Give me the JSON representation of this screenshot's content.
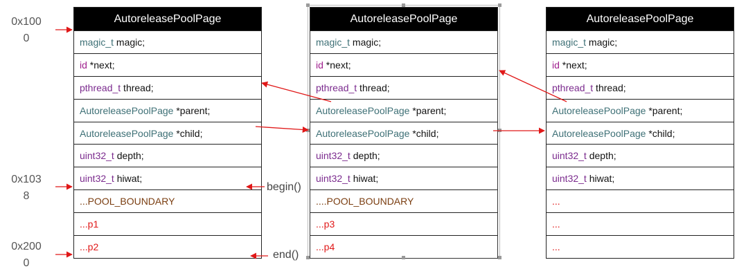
{
  "addresses": {
    "a1": "0x100\n0",
    "a2": "0x103\n8",
    "a3": "0x200\n0"
  },
  "labels": {
    "begin": "begin()",
    "end": "end()"
  },
  "pages": [
    {
      "title": "AutoreleasePoolPage",
      "rows": [
        {
          "parts": [
            {
              "t": "magic_t",
              "c": "struct"
            },
            {
              "t": " magic;",
              "c": "plain"
            }
          ]
        },
        {
          "parts": [
            {
              "t": "id",
              "c": "kw"
            },
            {
              "t": " *next;",
              "c": "plain"
            }
          ]
        },
        {
          "parts": [
            {
              "t": "pthread_t",
              "c": "type"
            },
            {
              "t": " thread;",
              "c": "plain"
            }
          ]
        },
        {
          "parts": [
            {
              "t": "AutoreleasePoolPage",
              "c": "struct"
            },
            {
              "t": " *parent;",
              "c": "plain"
            }
          ]
        },
        {
          "parts": [
            {
              "t": "AutoreleasePoolPage",
              "c": "struct"
            },
            {
              "t": " *child;",
              "c": "plain"
            }
          ]
        },
        {
          "parts": [
            {
              "t": "uint32_t",
              "c": "type"
            },
            {
              "t": " depth;",
              "c": "plain"
            }
          ]
        },
        {
          "parts": [
            {
              "t": "uint32_t",
              "c": "type"
            },
            {
              "t": " hiwat;",
              "c": "plain"
            }
          ]
        },
        {
          "parts": [
            {
              "t": "...POOL_BOUNDARY",
              "c": "boundary"
            }
          ]
        },
        {
          "parts": [
            {
              "t": "...p1",
              "c": "ptr"
            }
          ]
        },
        {
          "parts": [
            {
              "t": "...p2",
              "c": "ptr"
            }
          ]
        }
      ]
    },
    {
      "title": "AutoreleasePoolPage",
      "rows": [
        {
          "parts": [
            {
              "t": "magic_t",
              "c": "struct"
            },
            {
              "t": " magic;",
              "c": "plain"
            }
          ]
        },
        {
          "parts": [
            {
              "t": "id",
              "c": "kw"
            },
            {
              "t": " *next;",
              "c": "plain"
            }
          ]
        },
        {
          "parts": [
            {
              "t": "pthread_t",
              "c": "type"
            },
            {
              "t": " thread;",
              "c": "plain"
            }
          ]
        },
        {
          "parts": [
            {
              "t": "AutoreleasePoolPage",
              "c": "struct"
            },
            {
              "t": " *parent;",
              "c": "plain"
            }
          ]
        },
        {
          "parts": [
            {
              "t": "AutoreleasePoolPage",
              "c": "struct"
            },
            {
              "t": " *child;",
              "c": "plain"
            }
          ]
        },
        {
          "parts": [
            {
              "t": "uint32_t",
              "c": "type"
            },
            {
              "t": " depth;",
              "c": "plain"
            }
          ]
        },
        {
          "parts": [
            {
              "t": "uint32_t",
              "c": "type"
            },
            {
              "t": " hiwat;",
              "c": "plain"
            }
          ]
        },
        {
          "parts": [
            {
              "t": "....POOL_BOUNDARY",
              "c": "boundary"
            }
          ]
        },
        {
          "parts": [
            {
              "t": "...p3",
              "c": "ptr"
            }
          ]
        },
        {
          "parts": [
            {
              "t": "...p4",
              "c": "ptr"
            }
          ]
        }
      ]
    },
    {
      "title": "AutoreleasePoolPage",
      "rows": [
        {
          "parts": [
            {
              "t": "magic_t",
              "c": "struct"
            },
            {
              "t": " magic;",
              "c": "plain"
            }
          ]
        },
        {
          "parts": [
            {
              "t": "id",
              "c": "kw"
            },
            {
              "t": " *next;",
              "c": "plain"
            }
          ]
        },
        {
          "parts": [
            {
              "t": "pthread_t",
              "c": "type"
            },
            {
              "t": " thread;",
              "c": "plain"
            }
          ]
        },
        {
          "parts": [
            {
              "t": "AutoreleasePoolPage",
              "c": "struct"
            },
            {
              "t": " *parent;",
              "c": "plain"
            }
          ]
        },
        {
          "parts": [
            {
              "t": "AutoreleasePoolPage",
              "c": "struct"
            },
            {
              "t": " *child;",
              "c": "plain"
            }
          ]
        },
        {
          "parts": [
            {
              "t": "uint32_t",
              "c": "type"
            },
            {
              "t": " depth;",
              "c": "plain"
            }
          ]
        },
        {
          "parts": [
            {
              "t": "uint32_t",
              "c": "type"
            },
            {
              "t": " hiwat;",
              "c": "plain"
            }
          ]
        },
        {
          "parts": [
            {
              "t": "...",
              "c": "ptr"
            }
          ]
        },
        {
          "parts": [
            {
              "t": "...",
              "c": "ptr"
            }
          ]
        },
        {
          "parts": [
            {
              "t": "...",
              "c": "ptr"
            }
          ]
        }
      ]
    }
  ],
  "colors": {
    "arrow": "#e01818",
    "struct": "#3e7076",
    "type": "#7b2b8e",
    "keyword": "#a0208e",
    "boundary": "#7a3d10",
    "pointer": "#e01818"
  }
}
